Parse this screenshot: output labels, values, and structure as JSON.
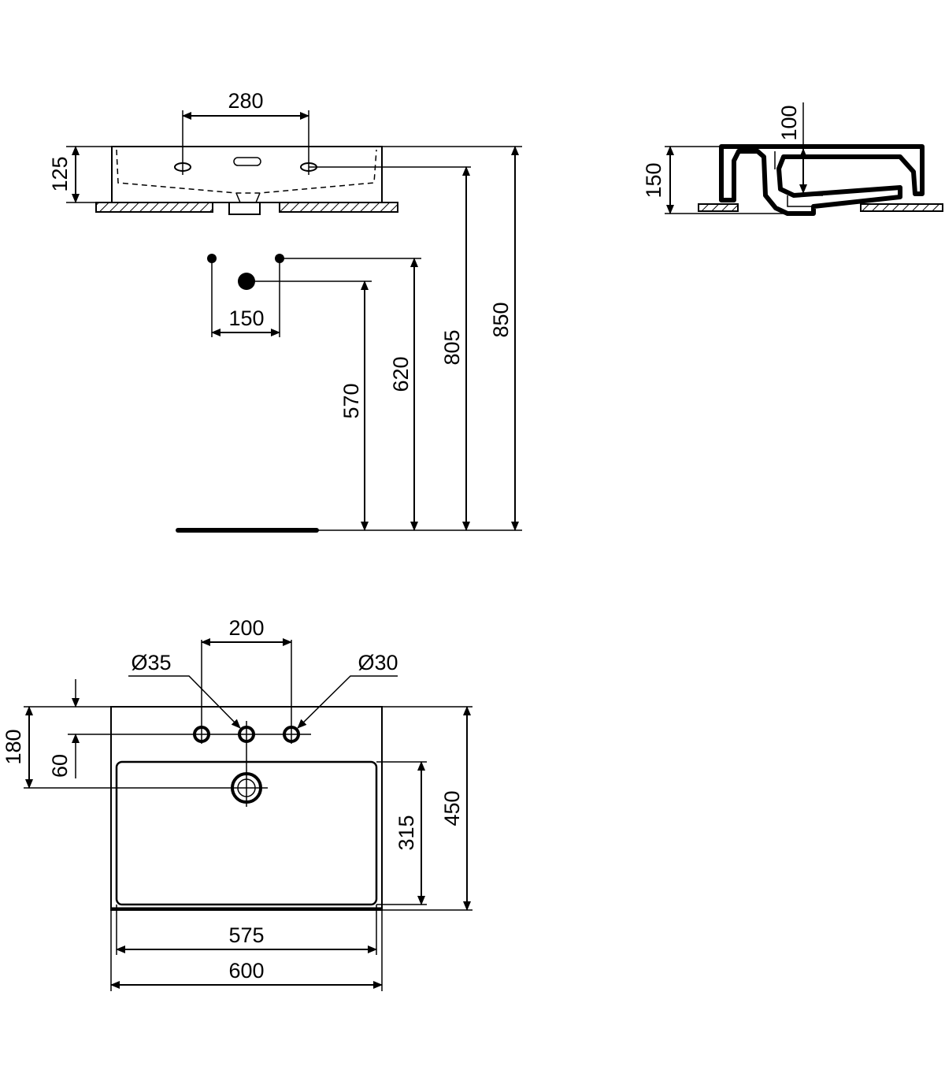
{
  "colors": {
    "line": "#000000",
    "background": "#ffffff"
  },
  "front_view": {
    "dim_280": "280",
    "dim_125": "125",
    "dim_150": "150",
    "dim_570": "570",
    "dim_620": "620",
    "dim_805": "805",
    "dim_850": "850"
  },
  "side_view": {
    "dim_100": "100",
    "dim_150": "150"
  },
  "top_view": {
    "dim_200": "200",
    "dia_35": "Ø35",
    "dia_30": "Ø30",
    "dim_180": "180",
    "dim_60": "60",
    "dim_315": "315",
    "dim_450": "450",
    "dim_575": "575",
    "dim_600": "600"
  }
}
